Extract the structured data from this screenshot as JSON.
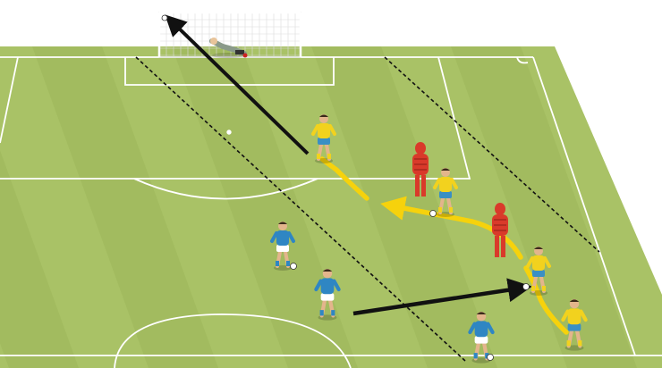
{
  "colors": {
    "background": "#ffffff",
    "pitch_light": "#a9c266",
    "pitch_dark": "#9cb65a",
    "pitch_shadow": "#8ea64d",
    "pitch_edge": "#7f9741",
    "lines": "#ffffff",
    "team_attack_shirt": "#f2d21e",
    "team_attack_shorts": "#3a8fc4",
    "team_support_shirt": "#2f86c3",
    "team_support_shorts": "#ffffff",
    "mannequin": "#d93a2a",
    "dribble_path": "#f6d20c",
    "pass_line": "#111111",
    "zone_line": "#111111",
    "goal_net": "#dcdcdc"
  },
  "scene": {
    "type": "soccer-training-drill",
    "players": [
      {
        "id": "shooter",
        "team": "attack"
      },
      {
        "id": "dribbler-middle",
        "team": "attack"
      },
      {
        "id": "receiver-right",
        "team": "attack"
      },
      {
        "id": "runner-bottom-right",
        "team": "attack"
      },
      {
        "id": "goalkeeper",
        "team": "keeper"
      },
      {
        "id": "support-left",
        "team": "support"
      },
      {
        "id": "passer-bottom",
        "team": "support"
      },
      {
        "id": "support-bottom",
        "team": "support"
      }
    ],
    "mannequins": [
      "mannequin-middle",
      "mannequin-right"
    ],
    "arrows": [
      "shot-on-goal",
      "ground-pass",
      "dribble-right",
      "dribble-middle",
      "dribble-finish"
    ]
  }
}
